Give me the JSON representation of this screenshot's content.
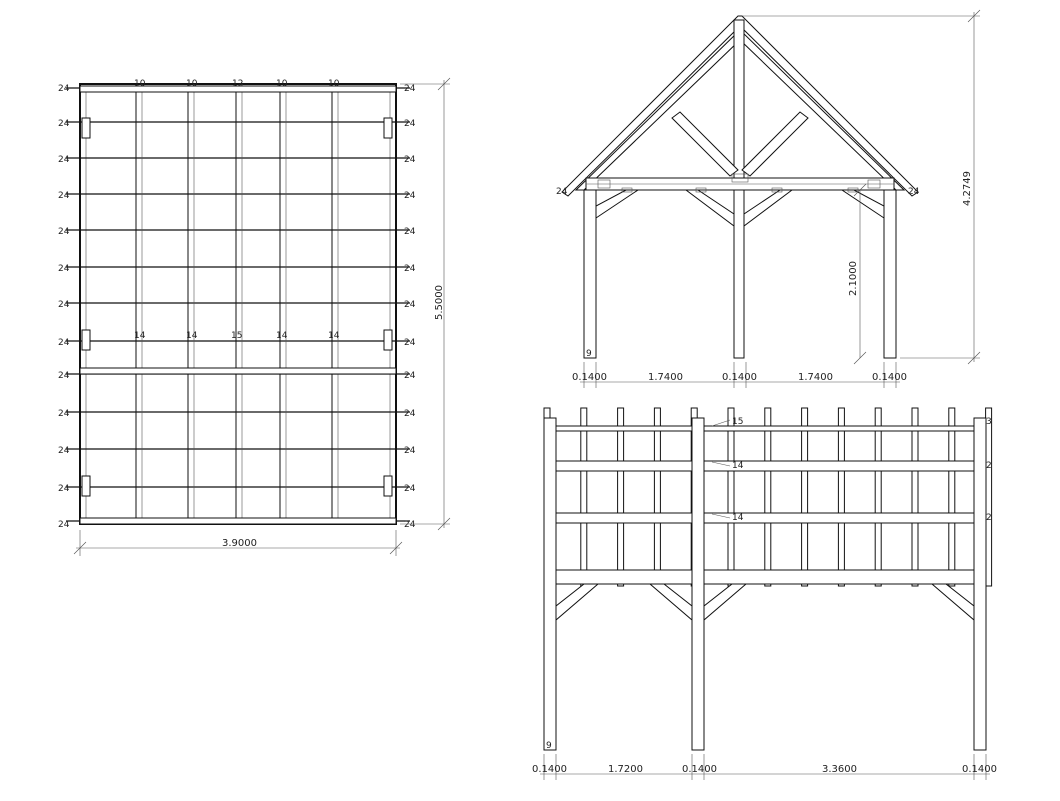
{
  "plan": {
    "width_dim": "3.9000",
    "length_dim": "5.5000",
    "left_tags": [
      "24",
      "24",
      "24",
      "24",
      "24",
      "24",
      "24",
      "24",
      "24",
      "24",
      "24",
      "24",
      "24"
    ],
    "right_tags": [
      "24",
      "24",
      "24",
      "24",
      "24",
      "24",
      "24",
      "24",
      "24",
      "24",
      "24",
      "24",
      "24"
    ],
    "top_tags": [
      "10",
      "10",
      "12",
      "10",
      "10"
    ],
    "mid_tags": [
      "14",
      "14",
      "15",
      "14",
      "14"
    ]
  },
  "front": {
    "height_dim": "4.2749",
    "post_height_dim": "2.1000",
    "dims": [
      "0.1400",
      "1.7400",
      "0.1400",
      "1.7400",
      "0.1400"
    ],
    "eave_left_tag": "24",
    "eave_right_tag": "24",
    "post_tag": "9"
  },
  "side": {
    "dims": [
      "0.1400",
      "1.7200",
      "0.1400",
      "3.3600",
      "0.1400"
    ],
    "right_tags": [
      "3",
      "2",
      "2"
    ],
    "callouts": [
      "15",
      "14",
      "14"
    ],
    "post_tag": "9"
  }
}
